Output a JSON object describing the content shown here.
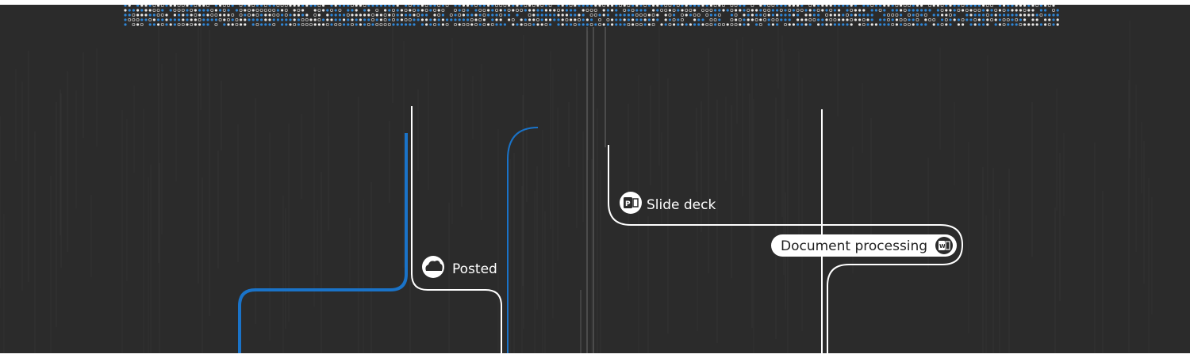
{
  "labels": {
    "posted": "Posted",
    "slide_deck": "Slide deck",
    "document_processing": "Document processing"
  },
  "icons": {
    "posted": "cloud-icon",
    "slide_deck": "powerpoint-icon",
    "document_processing": "word-icon"
  },
  "colors": {
    "background": "#2b2b2b",
    "line_white": "#ffffff",
    "line_blue": "#1a73c8",
    "dot_blue": "#2f86d6",
    "dot_white": "#e8e8e8"
  }
}
